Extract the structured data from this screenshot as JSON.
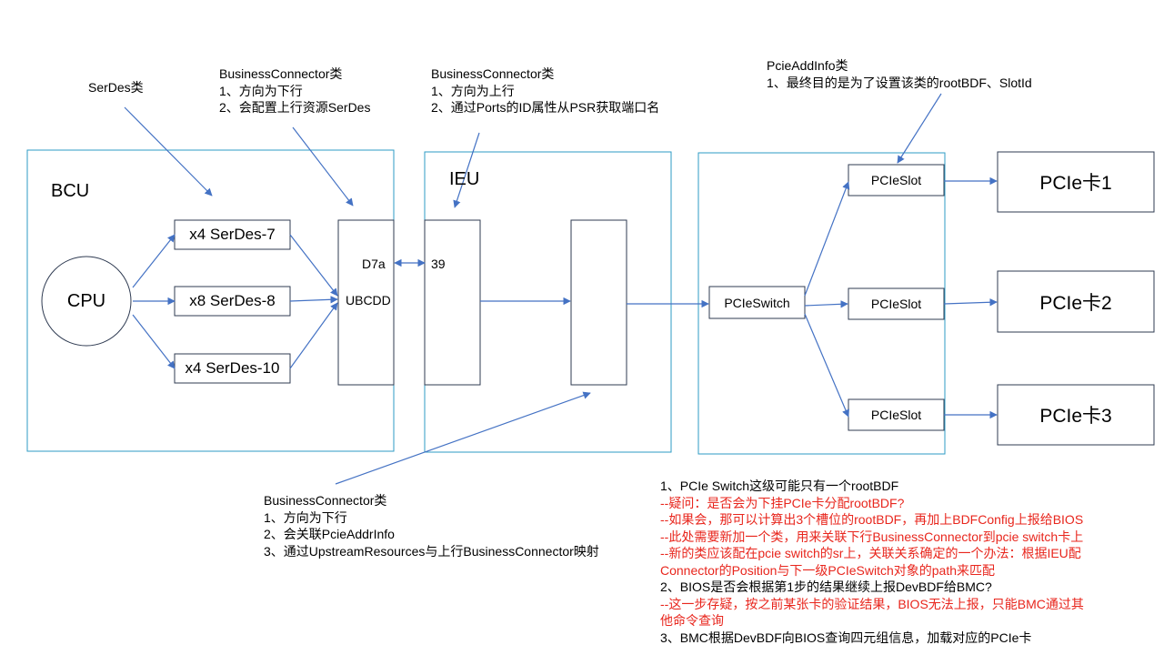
{
  "colors": {
    "accent": "#4472c4",
    "frame": "#2e9bc4",
    "note_red": "#e8261d",
    "text": "#000000"
  },
  "annotations": {
    "serdes": "SerDes类",
    "bc_left": [
      "BusinessConnector类",
      "1、方向为下行",
      "2、会配置上行资源SerDes"
    ],
    "bc_mid": [
      "BusinessConnector类",
      "1、方向为上行",
      "2、通过Ports的ID属性从PSR获取端口名"
    ],
    "pcieaddinfo": [
      "PcieAddInfo类",
      "1、最终目的是为了设置该类的rootBDF、SlotId"
    ],
    "bc_bottom": [
      "BusinessConnector类",
      "1、方向为下行",
      "2、会关联PcieAddrInfo",
      "3、通过UpstreamResources与上行BusinessConnector映射"
    ]
  },
  "regions": {
    "bcu": "BCU",
    "ieu": "IEU"
  },
  "nodes": {
    "cpu": "CPU",
    "serdes7": "x4 SerDes-7",
    "serdes8": "x8 SerDes-8",
    "serdes10": "x4 SerDes-10",
    "port_d7a": "D7a",
    "port_ubcdd": "UBCDD",
    "port_39": "39",
    "pcieswitch": "PCIeSwitch",
    "slot1": "PCIeSlot",
    "slot2": "PCIeSlot",
    "slot3": "PCIeSlot",
    "card1": "PCIe卡1",
    "card2": "PCIe卡2",
    "card3": "PCIe卡3"
  },
  "notes": [
    {
      "text": "1、PCIe Switch这级可能只有一个rootBDF",
      "color": "black"
    },
    {
      "text": "--疑问：是否会为下挂PCIe卡分配rootBDF?",
      "color": "red"
    },
    {
      "text": "--如果会，那可以计算出3个槽位的rootBDF，再加上BDFConfig上报给BIOS",
      "color": "red"
    },
    {
      "text": "--此处需要新加一个类，用来关联下行BusinessConnector到pcie switch卡上",
      "color": "red"
    },
    {
      "text": "--新的类应该配在pcie switch的sr上，关联关系确定的一个办法：根据IEU配",
      "color": "red"
    },
    {
      "text": "Connector的Position与下一级PCIeSwitch对象的path来匹配",
      "color": "red"
    },
    {
      "text": "2、BIOS是否会根据第1步的结果继续上报DevBDF给BMC?",
      "color": "black"
    },
    {
      "text": "--这一步存疑，按之前某张卡的验证结果，BIOS无法上报，只能BMC通过其",
      "color": "red"
    },
    {
      "text": "他命令查询",
      "color": "red"
    },
    {
      "text": "3、BMC根据DevBDF向BIOS查询四元组信息，加载对应的PCIe卡",
      "color": "black"
    }
  ]
}
